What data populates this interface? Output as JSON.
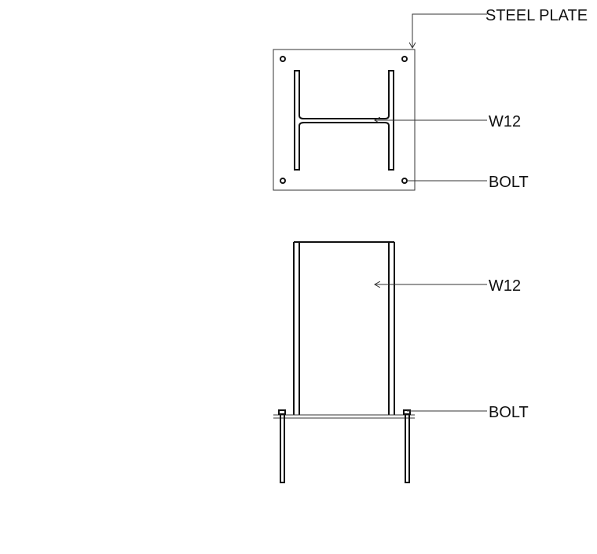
{
  "drawing": {
    "stroke_color": "#111111",
    "background": "#ffffff",
    "plan_view": {
      "labels": {
        "steel_plate": "STEEL PLATE",
        "section": "W12",
        "bolt": "BOLT"
      }
    },
    "elevation_view": {
      "labels": {
        "section": "W12",
        "bolt": "BOLT"
      }
    }
  }
}
